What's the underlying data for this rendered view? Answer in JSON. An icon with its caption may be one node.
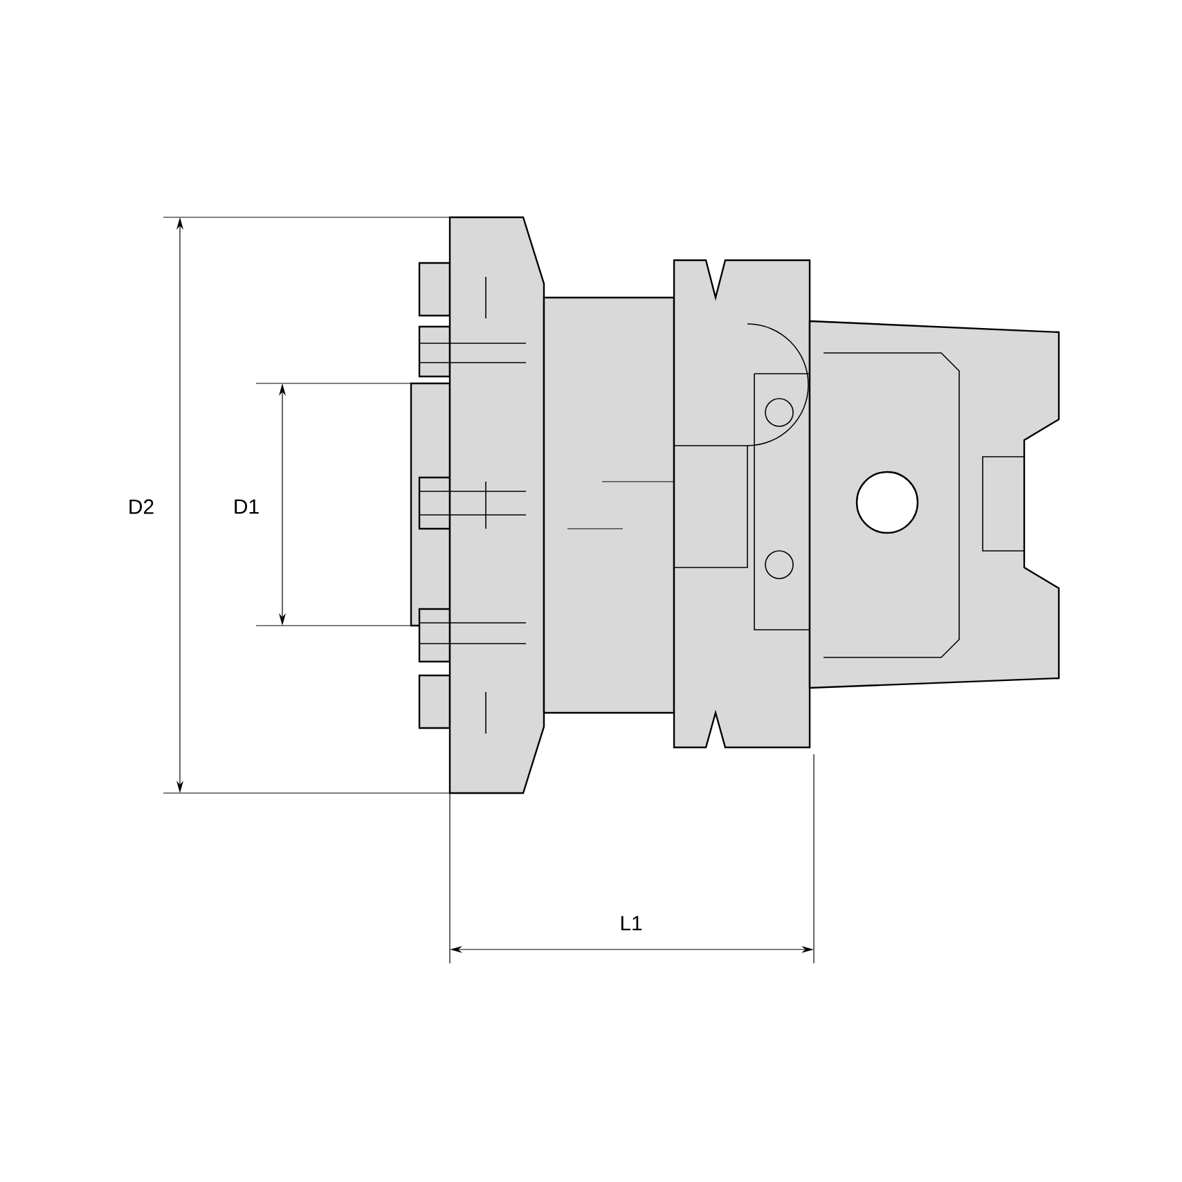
{
  "diagram": {
    "labels": [
      "D2",
      "D1",
      "L1"
    ]
  }
}
